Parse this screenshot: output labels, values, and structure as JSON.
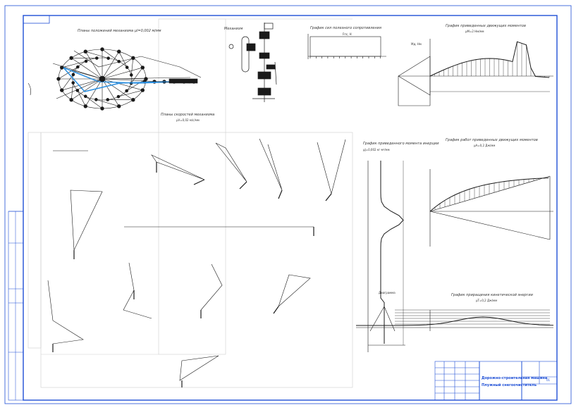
{
  "stamp": {
    "title_line1": "Дорожно-строительная машина",
    "title_line2": "Плужный снегоочиститель",
    "sheet_no": "01"
  },
  "views": {
    "mechanism": {
      "title": "Планы положений механизма μl=0,002 м/мм"
    },
    "kinematic": {
      "title": "Механизм"
    },
    "resistance": {
      "title": "График сил полезного сопротивления",
      "force_label": "Fпс, Н"
    },
    "forces_moments": {
      "title": "График приведенных движущих моментов",
      "scale": "μМ=2 Нм/мм",
      "axis_label": "Мд, Нм"
    },
    "velocity_plans": {
      "title": "Планы скоростей механизма",
      "scale": "μV=0,02 м/с/мм"
    },
    "energy_mass": {
      "title": "График приведенного момента инерции",
      "scale": "μJ=0,002 кг·м²/мм"
    },
    "work": {
      "title": "График работ приведенных движущих моментов",
      "scale": "μA=0,2 Дж/мм"
    },
    "kinetic": {
      "title": "График приращения кинетической энергии",
      "scale": "μT=0,2 Дж/мм"
    }
  },
  "colors": {
    "line": "#1a1a1a",
    "accent": "#2b8fe0",
    "frame": "#1e4fd6"
  }
}
